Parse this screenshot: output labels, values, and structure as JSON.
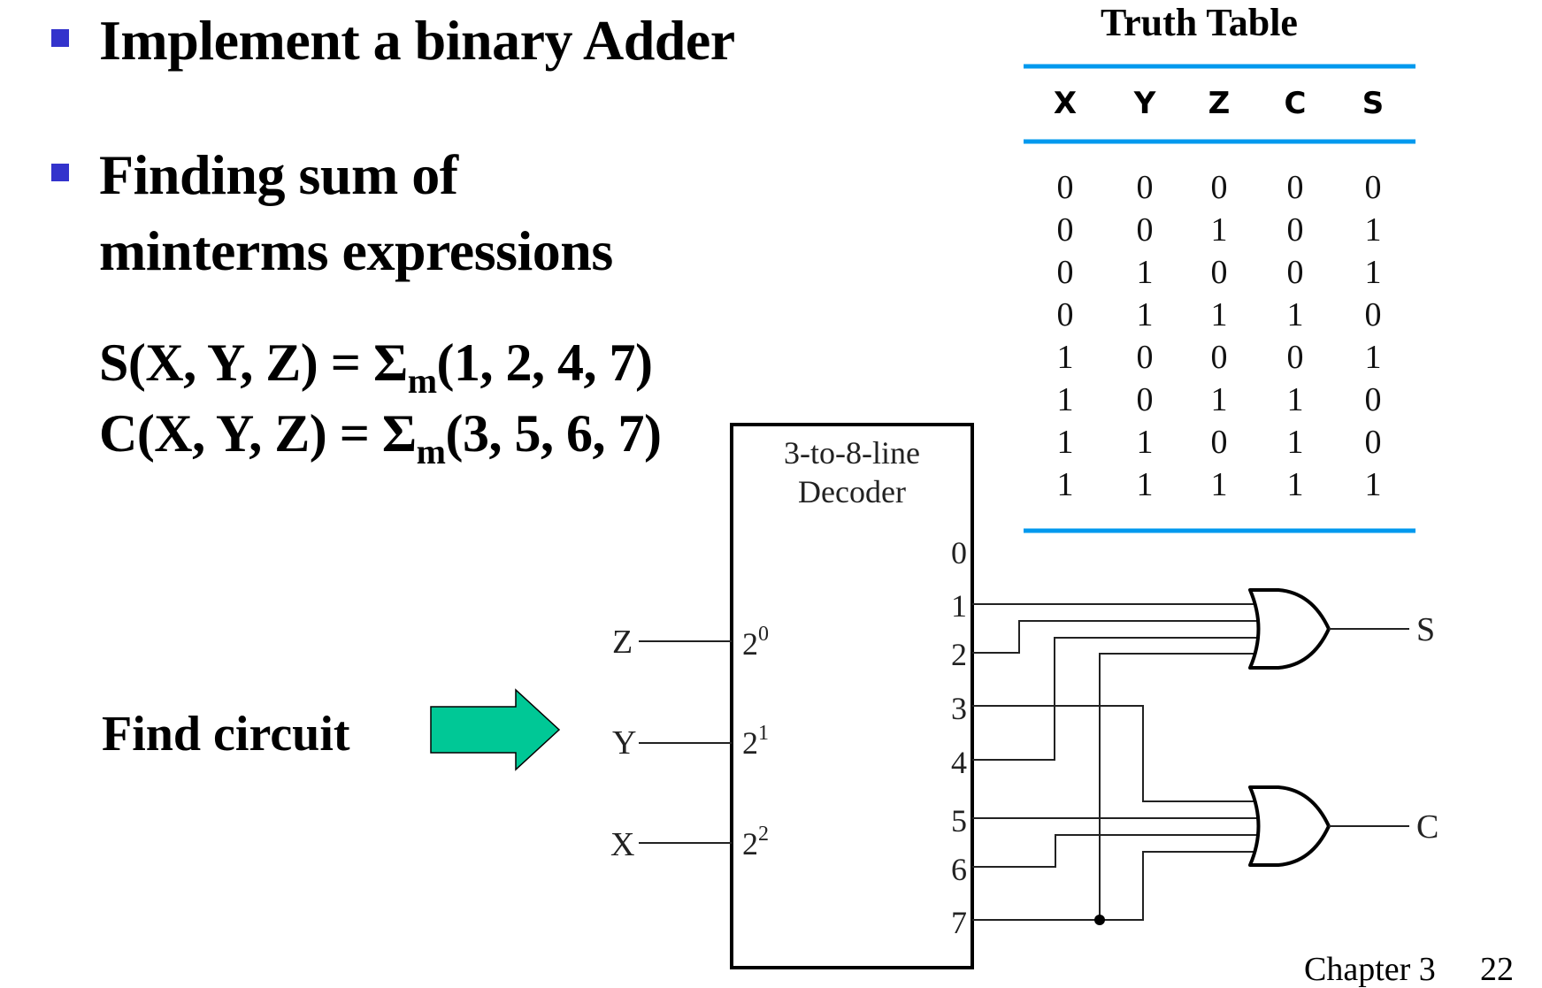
{
  "slide": {
    "bullets": [
      "Implement a binary Adder",
      "Finding sum of",
      "minterms expressions"
    ],
    "bullet_color": "#3333CC",
    "equations": {
      "s": {
        "lhs": "S(X, Y, Z) = Σ",
        "sub": "m",
        "rhs": "(1, 2, 4, 7)"
      },
      "c": {
        "lhs": "C(X, Y, Z) = Σ",
        "sub": "m",
        "rhs": "(3, 5, 6, 7)"
      }
    },
    "find_circuit": "Find circuit",
    "arrow_color": "#00C896",
    "footer": {
      "chapter": "Chapter 3",
      "page": "22"
    }
  },
  "truth_table": {
    "title": "Truth Table",
    "rule_color": "#0099EE",
    "headers": [
      "X",
      "Y",
      "Z",
      "C",
      "S"
    ],
    "rows": [
      [
        "0",
        "0",
        "0",
        "0",
        "0"
      ],
      [
        "0",
        "0",
        "1",
        "0",
        "1"
      ],
      [
        "0",
        "1",
        "0",
        "0",
        "1"
      ],
      [
        "0",
        "1",
        "1",
        "1",
        "0"
      ],
      [
        "1",
        "0",
        "0",
        "0",
        "1"
      ],
      [
        "1",
        "0",
        "1",
        "1",
        "0"
      ],
      [
        "1",
        "1",
        "0",
        "1",
        "0"
      ],
      [
        "1",
        "1",
        "1",
        "1",
        "1"
      ]
    ]
  },
  "circuit": {
    "decoder": {
      "line1": "3-to-8-line",
      "line2": "Decoder"
    },
    "inputs": [
      {
        "signal": "Z",
        "base": "2",
        "exp": "0"
      },
      {
        "signal": "Y",
        "base": "2",
        "exp": "1"
      },
      {
        "signal": "X",
        "base": "2",
        "exp": "2"
      }
    ],
    "outputs": [
      "0",
      "1",
      "2",
      "3",
      "4",
      "5",
      "6",
      "7"
    ],
    "gates": [
      {
        "type": "OR",
        "output": "S",
        "minterms": [
          1,
          2,
          4,
          7
        ]
      },
      {
        "type": "OR",
        "output": "C",
        "minterms": [
          3,
          5,
          6,
          7
        ]
      }
    ]
  }
}
